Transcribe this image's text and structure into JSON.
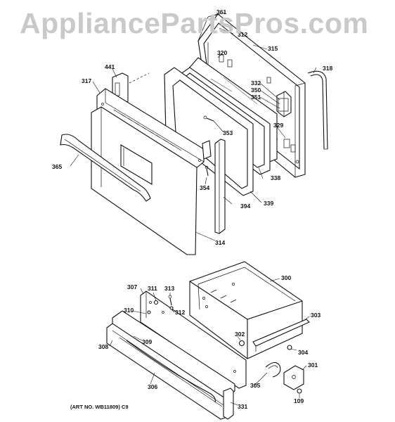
{
  "watermark": "AppliancePartsPros.com",
  "art_number": "(ART NO. WB11809) C9",
  "callouts": {
    "c361": "361",
    "c312a": "312",
    "c320": "320",
    "c315": "315",
    "c318": "318",
    "c441": "441",
    "c317": "317",
    "c332": "332",
    "c350": "350",
    "c351": "351",
    "c329": "329",
    "c353": "353",
    "c365": "365",
    "c354": "354",
    "c338": "338",
    "c339": "339",
    "c394": "394",
    "c314": "314",
    "c300": "300",
    "c307": "307",
    "c311": "311",
    "c313": "313",
    "c312b": "312",
    "c310": "310",
    "c303": "303",
    "c302": "302",
    "c309": "309",
    "c308": "308",
    "c304": "304",
    "c301": "301",
    "c306": "306",
    "c305": "305",
    "c109": "109",
    "c331": "331"
  }
}
